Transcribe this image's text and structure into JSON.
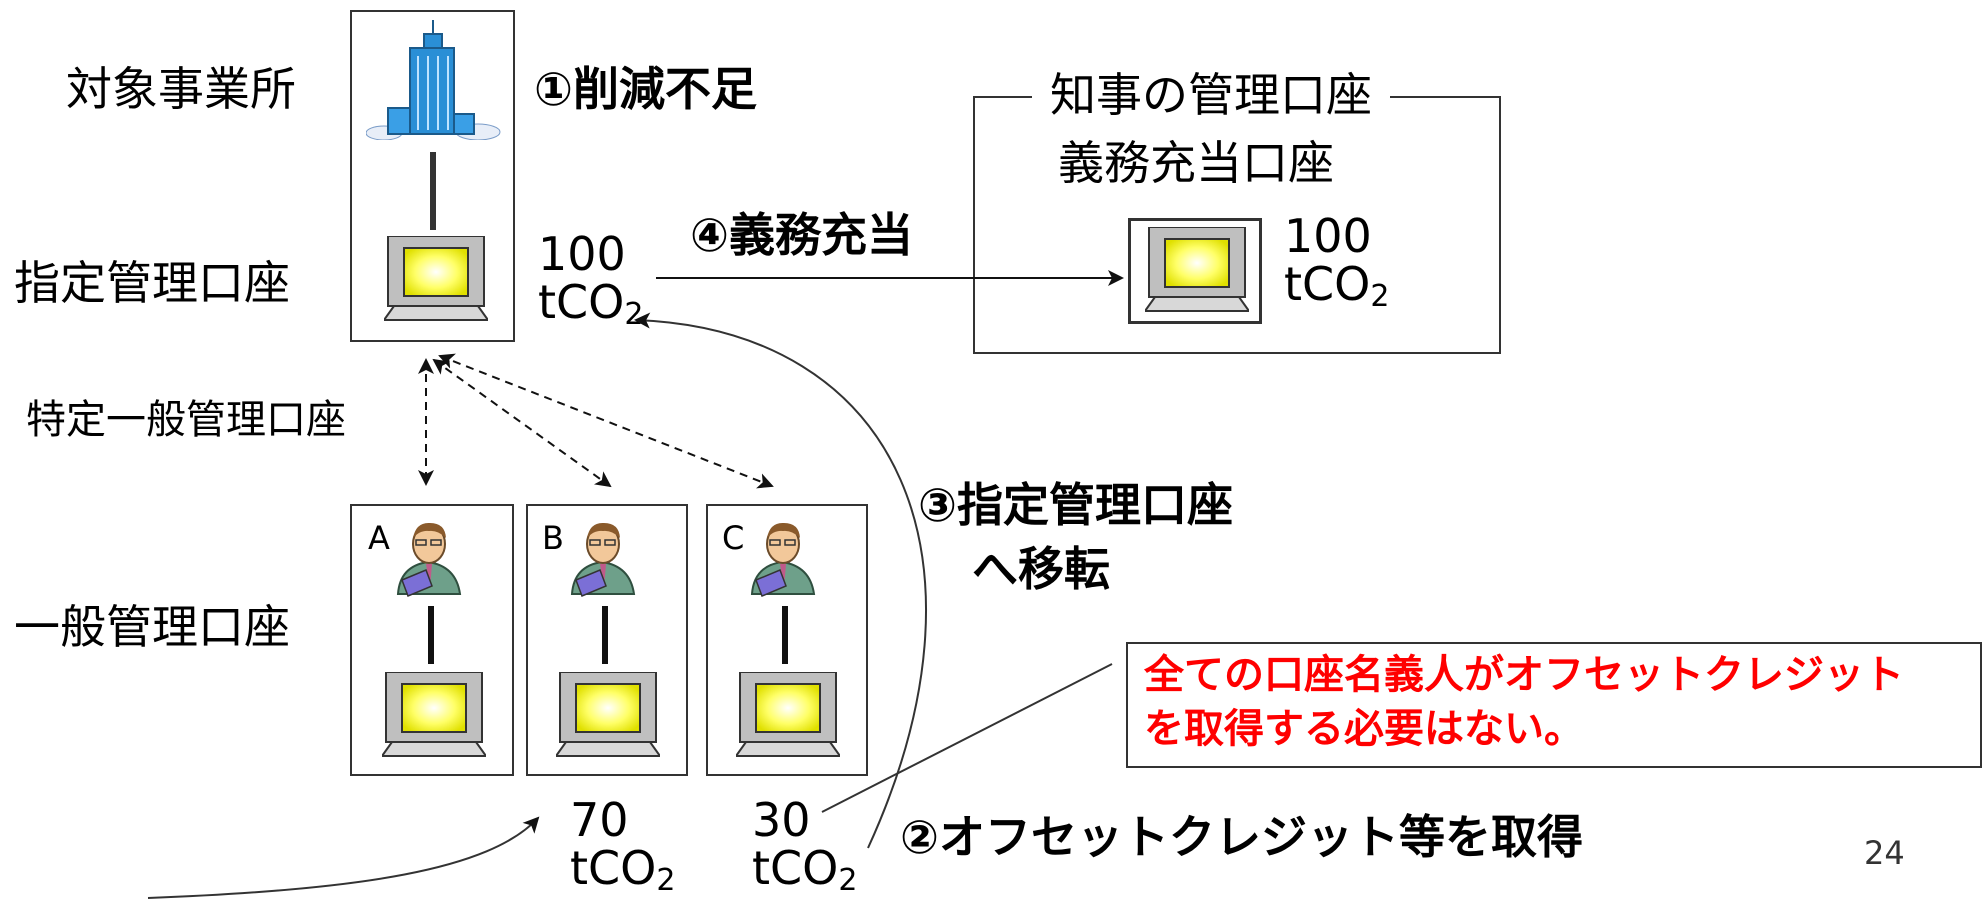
{
  "labels": {
    "target_facility": "対象事業所",
    "designated_account": "指定管理口座",
    "specific_general_account": "特定一般管理口座",
    "general_account": "一般管理口座"
  },
  "governor": {
    "title": "知事の管理口座",
    "subtitle": "義務充当口座",
    "amount": "100",
    "unit": "tCO",
    "unit_sub": "2"
  },
  "designated": {
    "amount": "100",
    "unit": "tCO",
    "unit_sub": "2"
  },
  "steps": {
    "s1": "①削減不足",
    "s2": "②オフセットクレジット等を取得",
    "s3_line1": "③指定管理口座",
    "s3_line2": "へ移転",
    "s4": "④義務充当"
  },
  "accounts": [
    {
      "letter": "A"
    },
    {
      "letter": "B",
      "amount": "70",
      "unit": "tCO",
      "unit_sub": "2"
    },
    {
      "letter": "C",
      "amount": "30",
      "unit": "tCO",
      "unit_sub": "2"
    }
  ],
  "note": {
    "line1": "全ての口座名義人がオフセットクレジット",
    "line2": "を取得する必要はない。"
  },
  "page_number": "24",
  "colors": {
    "screen": "#ffff66",
    "monitor": "#c0c0c0",
    "note_text": "#ff0000",
    "building": "#2a8fd6"
  }
}
